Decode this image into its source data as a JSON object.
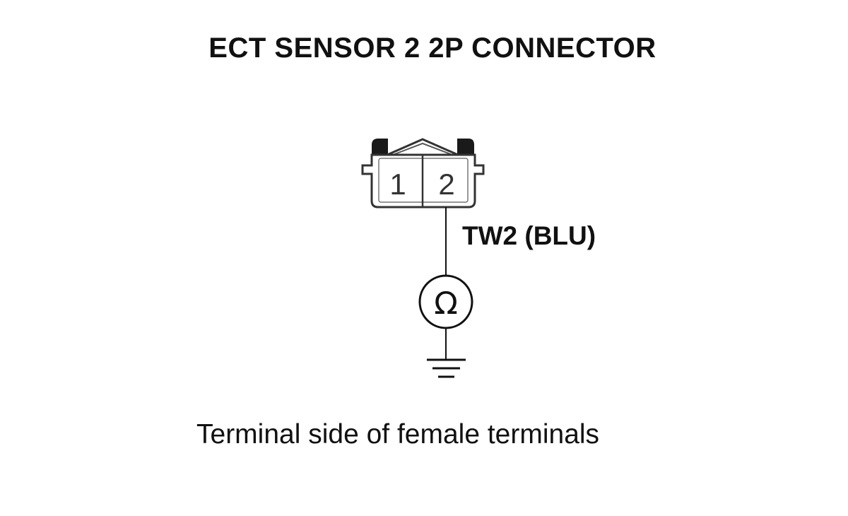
{
  "title": "ECT SENSOR 2 2P CONNECTOR",
  "connector": {
    "pins": [
      "1",
      "2"
    ],
    "wired_pin": "2"
  },
  "wire": {
    "label": "TW2 (BLU)"
  },
  "meter": {
    "symbol": "Ω",
    "icon": "ohmmeter-icon"
  },
  "ground": {
    "icon": "ground-icon"
  },
  "caption": "Terminal side of female terminals"
}
